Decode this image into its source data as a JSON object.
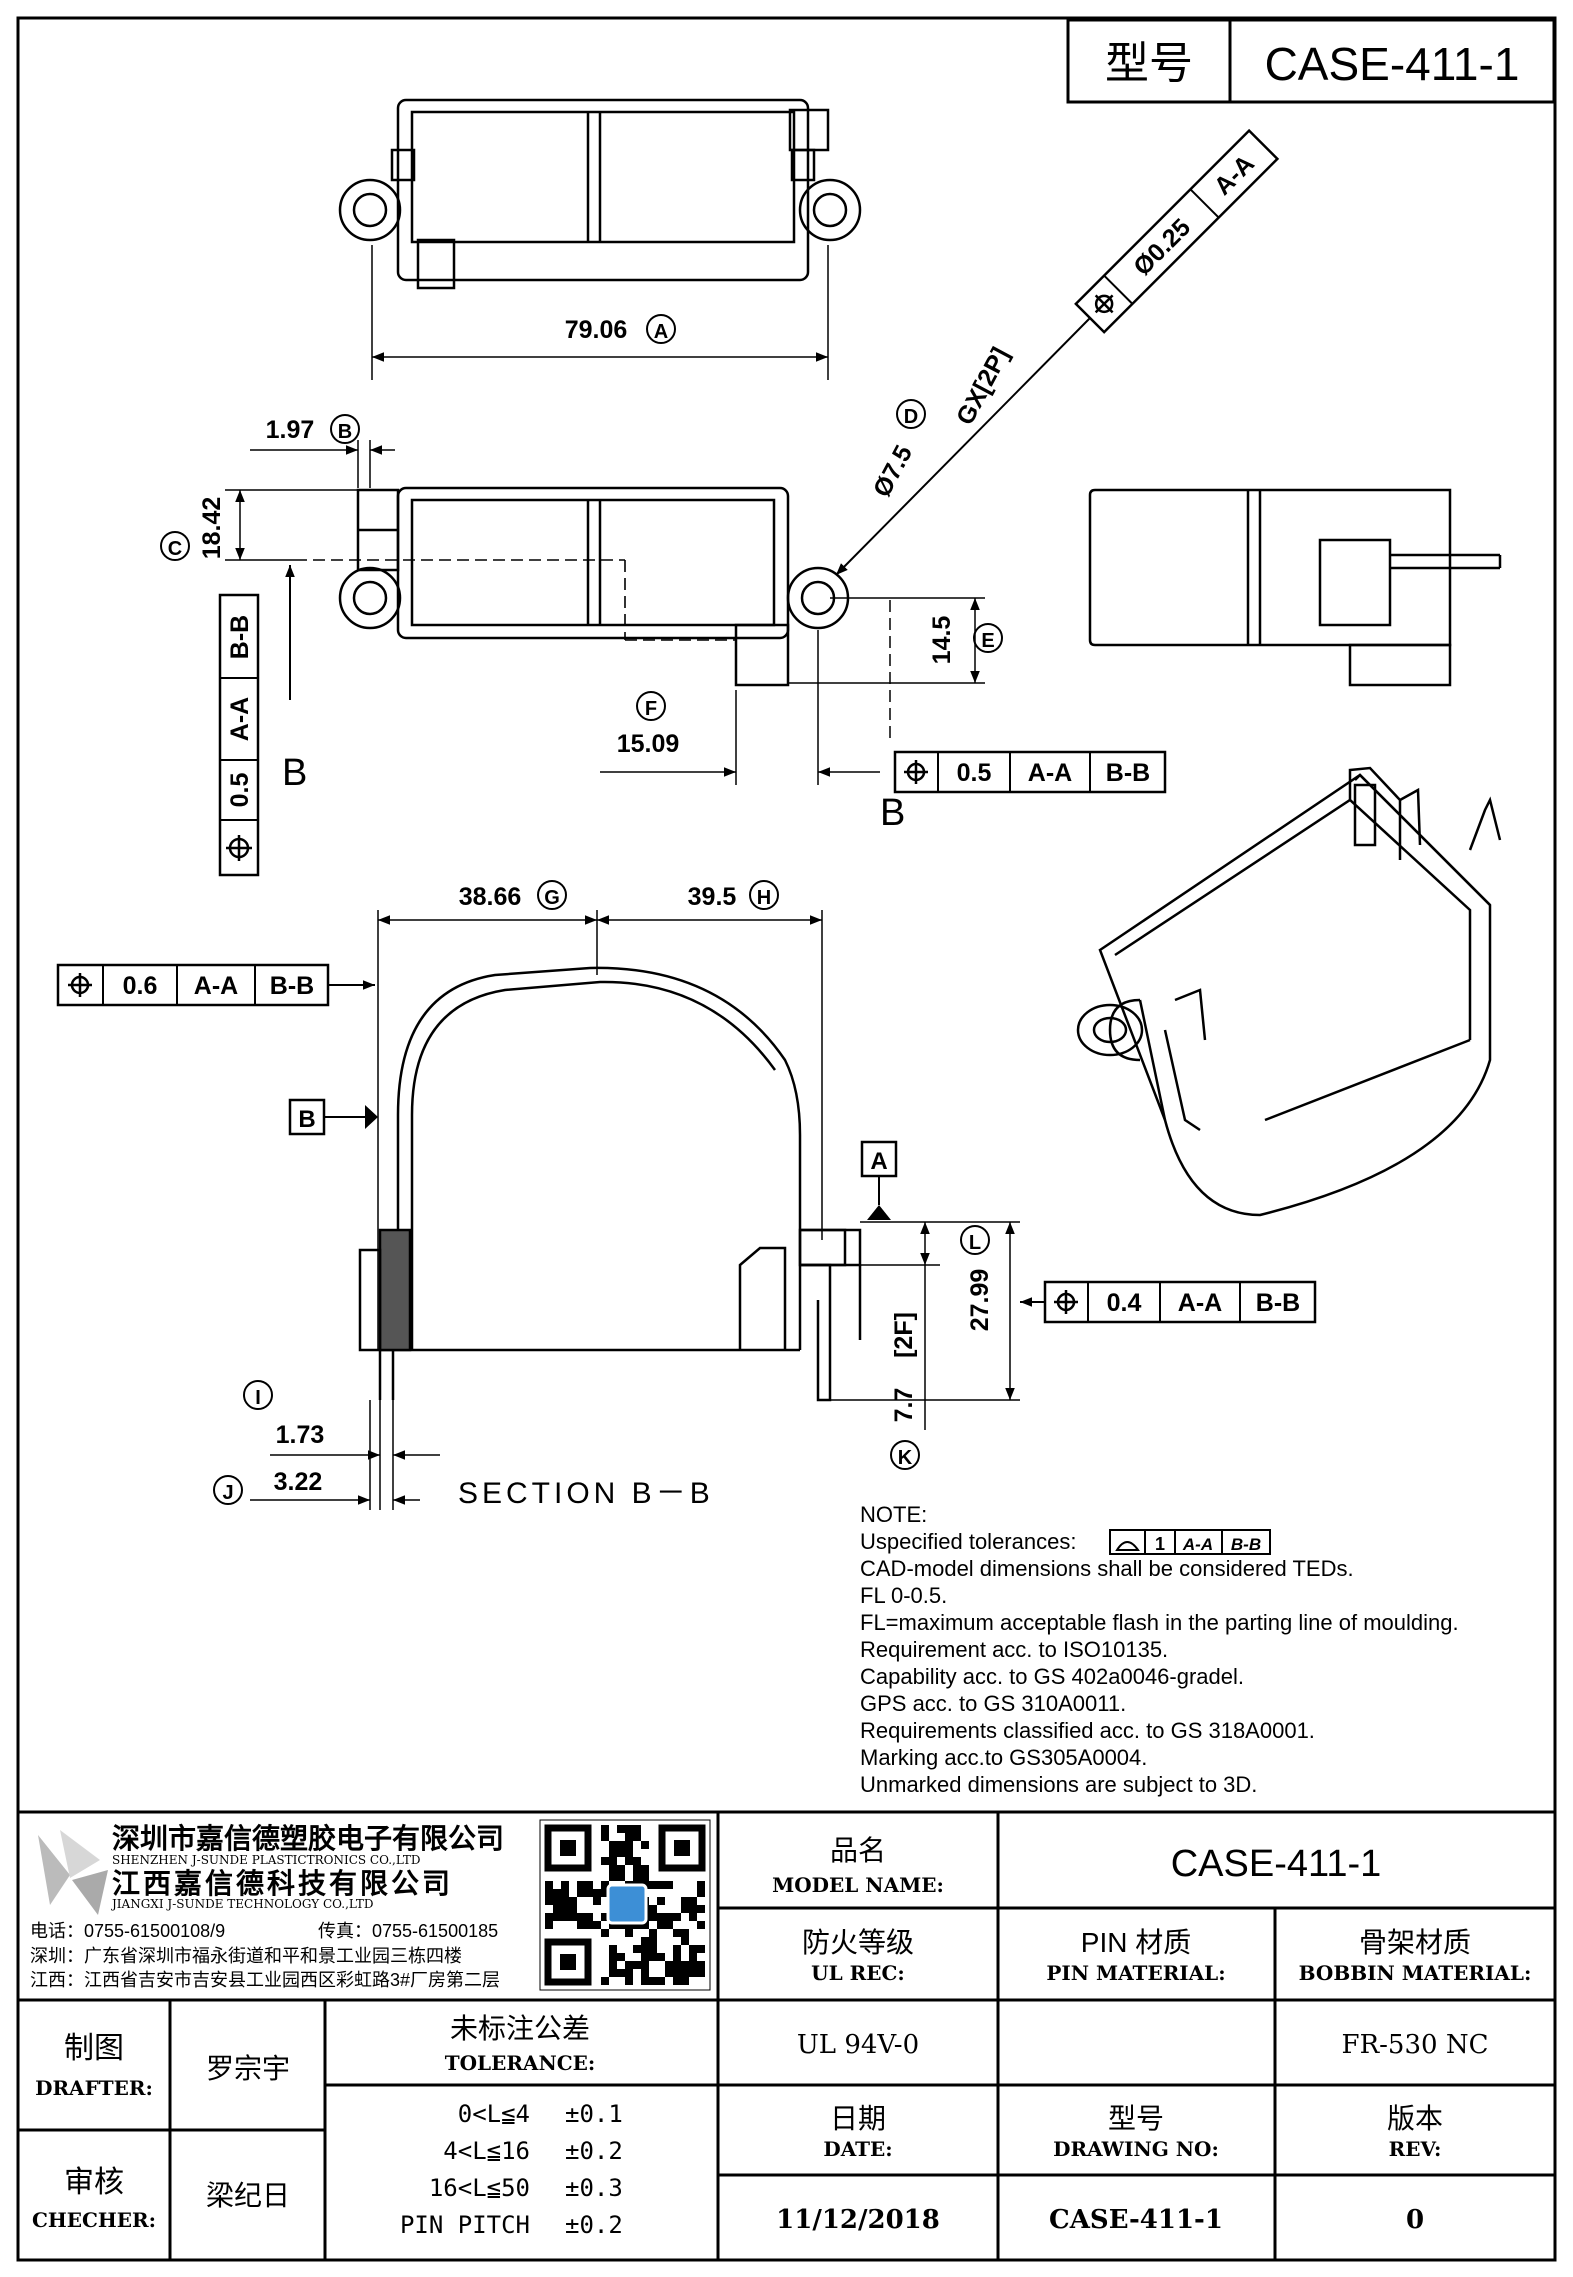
{
  "header": {
    "model_label": "型号",
    "model_value": "CASE-411-1"
  },
  "dims": {
    "d_7906": "79.06",
    "l_A": "A",
    "d_197": "1.97",
    "l_B": "B",
    "l_C": "C",
    "d_1842": "18.42",
    "l_D": "D",
    "d_75": "Ø7.5",
    "gx": "GX[2P]",
    "pos_tol": "Ø0.25",
    "pos_ref": "A-A",
    "d_145": "14.5",
    "l_E": "E",
    "l_F": "F",
    "d_1509": "15.09",
    "d_3866": "38.66",
    "l_G": "G",
    "d_395": "39.5",
    "l_H": "H",
    "d_2799": "27.99",
    "l_L": "L",
    "d_2f": "[2F]",
    "d_77": "7.7",
    "l_K": "K",
    "l_I": "I",
    "d_173": "1.73",
    "l_J": "J",
    "d_322": "3.22",
    "section": "SECTION  B－B",
    "b_mark_left": "B",
    "b_mark_bottom": "B",
    "datum_B": "B",
    "datum_A": "A"
  },
  "fcf": {
    "left_vertical": [
      "0.5",
      "A-A",
      "B-B"
    ],
    "mid": [
      "0.5",
      "A-A",
      "B-B"
    ],
    "section_left": [
      "0.6",
      "A-A",
      "B-B"
    ],
    "section_right": [
      "0.4",
      "A-A",
      "B-B"
    ]
  },
  "notes": {
    "title": "NOTE:",
    "tol_prefix": "Uspecified tolerances:",
    "tol_boxes": [
      "1",
      "A-A",
      "B-B"
    ],
    "lines": [
      "CAD-model dimensions shall be considered TEDs.",
      "FL 0-0.5.",
      "FL=maximum acceptable flash in the parting line of moulding.",
      "Requirement acc. to ISO10135.",
      "Capability acc. to GS 402a0046-gradel.",
      "GPS acc. to GS 310A0011.",
      "Requirements classified acc. to GS 318A0001.",
      "Marking acc.to GS305A0004.",
      "Unmarked dimensions are subject to 3D."
    ]
  },
  "company": {
    "name1": "深圳市嘉信德塑胶电子有限公司",
    "en1": "SHENZHEN J-SUNDE PLASTICTRONICS CO.,LTD",
    "name2": "江西嘉信德科技有限公司",
    "en2": "JIANGXI J-SUNDE TECHNOLOGY CO.,LTD",
    "tel": "电话：0755-61500108/9",
    "fax": "传真：0755-61500185",
    "addr_sz": "深圳：广东省深圳市福永街道和平和景工业园三栋四楼",
    "addr_jx": "江西：江西省吉安市吉安县工业园西区彩虹路3#厂房第二层"
  },
  "table": {
    "model_name_cn": "品名",
    "model_name_en": "MODEL NAME:",
    "model_name_value": "CASE-411-1",
    "ul_cn": "防火等级",
    "ul_en": "UL REC:",
    "ul_value": "UL 94V-0",
    "pin_cn": "PIN 材质",
    "pin_en": "PIN MATERIAL:",
    "pin_value": "",
    "bobbin_cn": "骨架材质",
    "bobbin_en": "BOBBIN MATERIAL:",
    "bobbin_value": "FR-530 NC",
    "drafter_cn": "制图",
    "drafter_en": "DRAFTER:",
    "drafter_value": "罗宗宇",
    "checker_cn": "审核",
    "checker_en": "CHECHER:",
    "checker_value": "梁纪日",
    "tol_cn": "未标注公差",
    "tol_en": "TOLERANCE:",
    "tol_rows": [
      {
        "range": "0<L≦4",
        "value": "±0.1"
      },
      {
        "range": "4<L≦16",
        "value": "±0.2"
      },
      {
        "range": "16<L≦50",
        "value": "±0.3"
      },
      {
        "range": "PIN PITCH",
        "value": "±0.2"
      }
    ],
    "date_cn": "日期",
    "date_en": "DATE:",
    "date_value": "11/12/2018",
    "dwg_cn": "型号",
    "dwg_en": "DRAWING NO:",
    "dwg_value": "CASE-411-1",
    "rev_cn": "版本",
    "rev_en": "REV:",
    "rev_value": "0"
  }
}
